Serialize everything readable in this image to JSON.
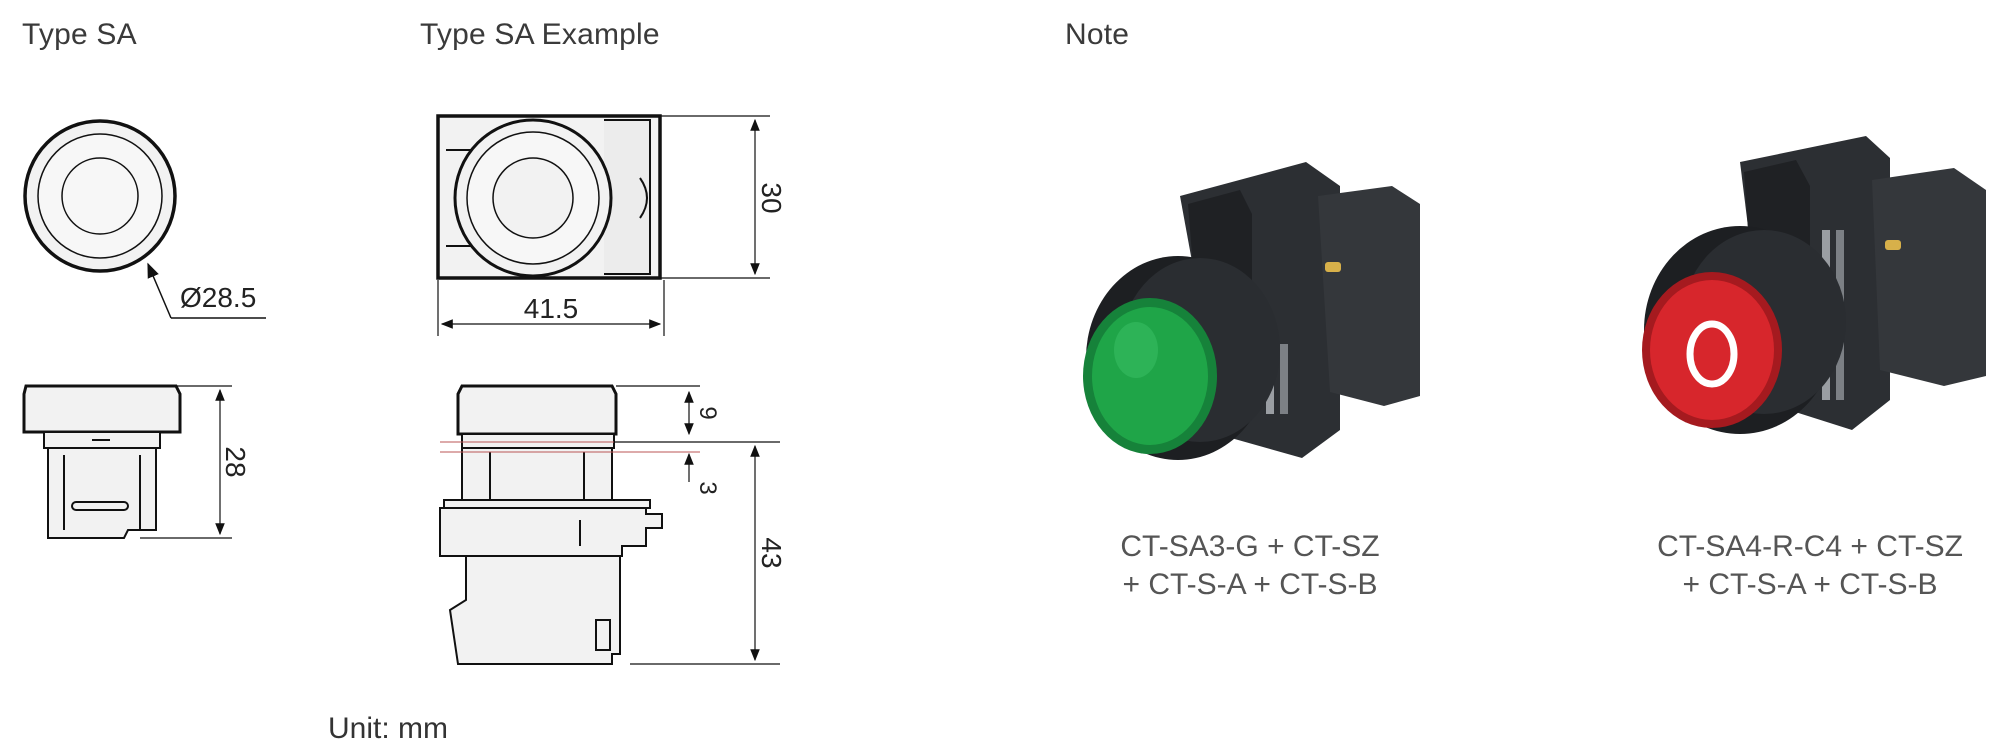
{
  "headings": {
    "type_sa": "Type SA",
    "type_sa_example": "Type SA Example",
    "note": "Note"
  },
  "dimensions": {
    "diameter": "Ø28.5",
    "height_28": "28",
    "height_30": "30",
    "width_41_5": "41.5",
    "height_43": "43",
    "dim_9": "9",
    "dim_3": "3"
  },
  "unit_label": "Unit: mm",
  "products": [
    {
      "line1": "CT-SA3-G + CT-SZ",
      "line2": "+ CT-S-A + CT-S-B",
      "button_color": "#1fa548",
      "button_symbol": ""
    },
    {
      "line1": "CT-SA4-R-C4 + CT-SZ",
      "line2": "+ CT-S-A + CT-S-B",
      "button_color": "#d7262c",
      "button_symbol": "O"
    }
  ],
  "icons": {
    "arrow": "arrow-icon"
  }
}
